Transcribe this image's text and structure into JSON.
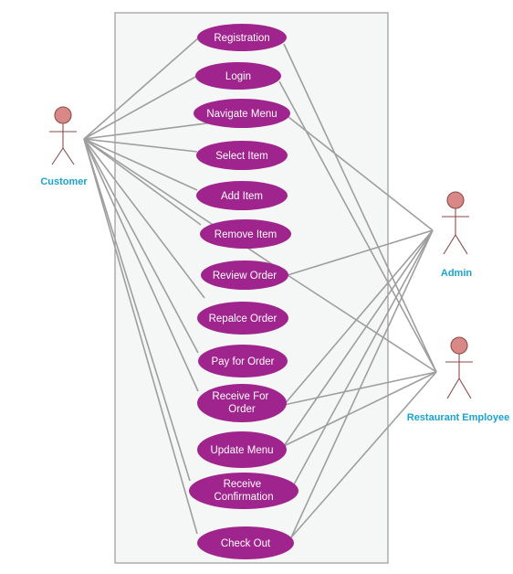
{
  "diagram": {
    "colors": {
      "system_boundary_fill": "#f5f6f6",
      "system_boundary_stroke": "#9a9a9a",
      "usecase_fill": "#a0248d",
      "usecase_text": "#ffffff",
      "association": "#9e9e9e",
      "actor_head_fill": "#d98888",
      "actor_stroke": "#8c4a4a",
      "actor_label": "#1aa3cf"
    },
    "actors": {
      "customer": {
        "label": "Customer"
      },
      "admin": {
        "label": "Admin"
      },
      "employee": {
        "label": "Restaurant Employee"
      }
    },
    "usecases": {
      "registration": {
        "label": "Registration"
      },
      "login": {
        "label": "Login"
      },
      "navigate_menu": {
        "label": "Navigate Menu"
      },
      "select_item": {
        "label": "Select Item"
      },
      "add_item": {
        "label": "Add Item"
      },
      "remove_item": {
        "label": "Remove Item"
      },
      "review_order": {
        "label": "Review Order"
      },
      "replace_order": {
        "label": "Repalce Order"
      },
      "pay_for_order": {
        "label": "Pay for Order"
      },
      "receive_for_order": {
        "line1": "Receive For",
        "line2": "Order"
      },
      "update_menu": {
        "label": "Update Menu"
      },
      "receive_confirmation": {
        "line1": "Receive",
        "line2": "Confirmation"
      },
      "check_out": {
        "label": "Check Out"
      }
    },
    "associations": [
      [
        "customer",
        "registration"
      ],
      [
        "customer",
        "login"
      ],
      [
        "customer",
        "navigate_menu"
      ],
      [
        "customer",
        "select_item"
      ],
      [
        "customer",
        "add_item"
      ],
      [
        "customer",
        "remove_item"
      ],
      [
        "customer",
        "review_order"
      ],
      [
        "customer",
        "replace_order"
      ],
      [
        "customer",
        "pay_for_order"
      ],
      [
        "customer",
        "receive_for_order"
      ],
      [
        "customer",
        "receive_confirmation"
      ],
      [
        "customer",
        "check_out"
      ],
      [
        "admin",
        "navigate_menu"
      ],
      [
        "admin",
        "review_order"
      ],
      [
        "admin",
        "receive_for_order"
      ],
      [
        "admin",
        "update_menu"
      ],
      [
        "admin",
        "receive_confirmation"
      ],
      [
        "admin",
        "check_out"
      ],
      [
        "employee",
        "registration"
      ],
      [
        "employee",
        "login"
      ],
      [
        "employee",
        "review_order"
      ],
      [
        "employee",
        "receive_for_order"
      ],
      [
        "employee",
        "update_menu"
      ],
      [
        "employee",
        "check_out"
      ]
    ]
  }
}
